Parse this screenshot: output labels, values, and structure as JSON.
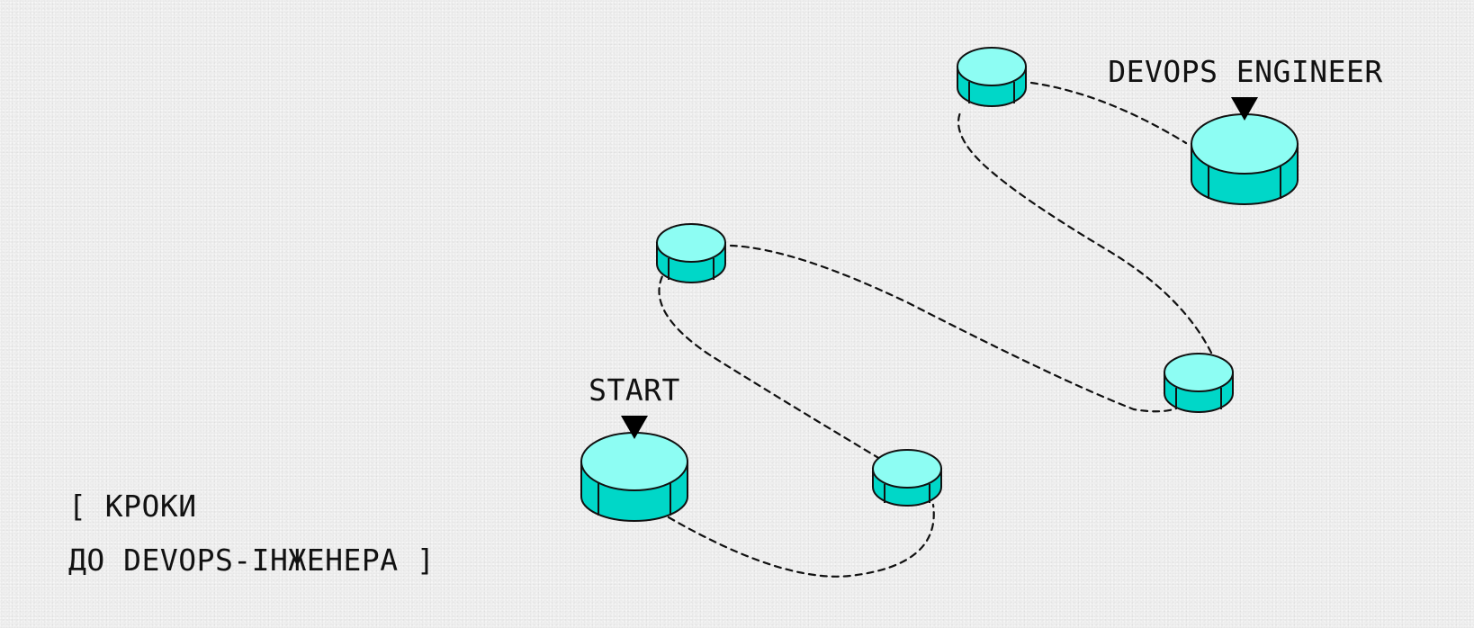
{
  "caption": {
    "line1": "[ КРОКИ",
    "line2": "ДО DEVOPS-ІНЖЕНЕРА ]"
  },
  "nodes": [
    {
      "id": "start",
      "label": "START",
      "role": "start"
    },
    {
      "id": "step-1",
      "label": "",
      "role": "step"
    },
    {
      "id": "step-2",
      "label": "",
      "role": "step"
    },
    {
      "id": "step-3",
      "label": "",
      "role": "step"
    },
    {
      "id": "step-4",
      "label": "",
      "role": "step"
    },
    {
      "id": "goal",
      "label": "DEVOPS ENGINEER",
      "role": "goal"
    }
  ],
  "colors": {
    "disk_top": "#8dfdf3",
    "disk_side": "#00d7c8",
    "outline": "#111111",
    "background": "#f1f1f1"
  }
}
